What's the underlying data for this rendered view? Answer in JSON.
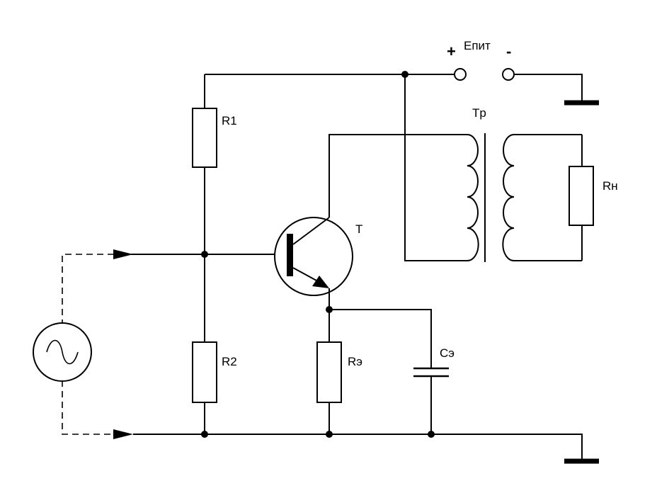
{
  "labels": {
    "supply": "Eпит",
    "plus": "+",
    "minus": "-",
    "transformer": "Tp",
    "load": "Rн",
    "transistor": "T",
    "r1": "R1",
    "r2": "R2",
    "re": "Rэ",
    "ce": "Cэ"
  }
}
